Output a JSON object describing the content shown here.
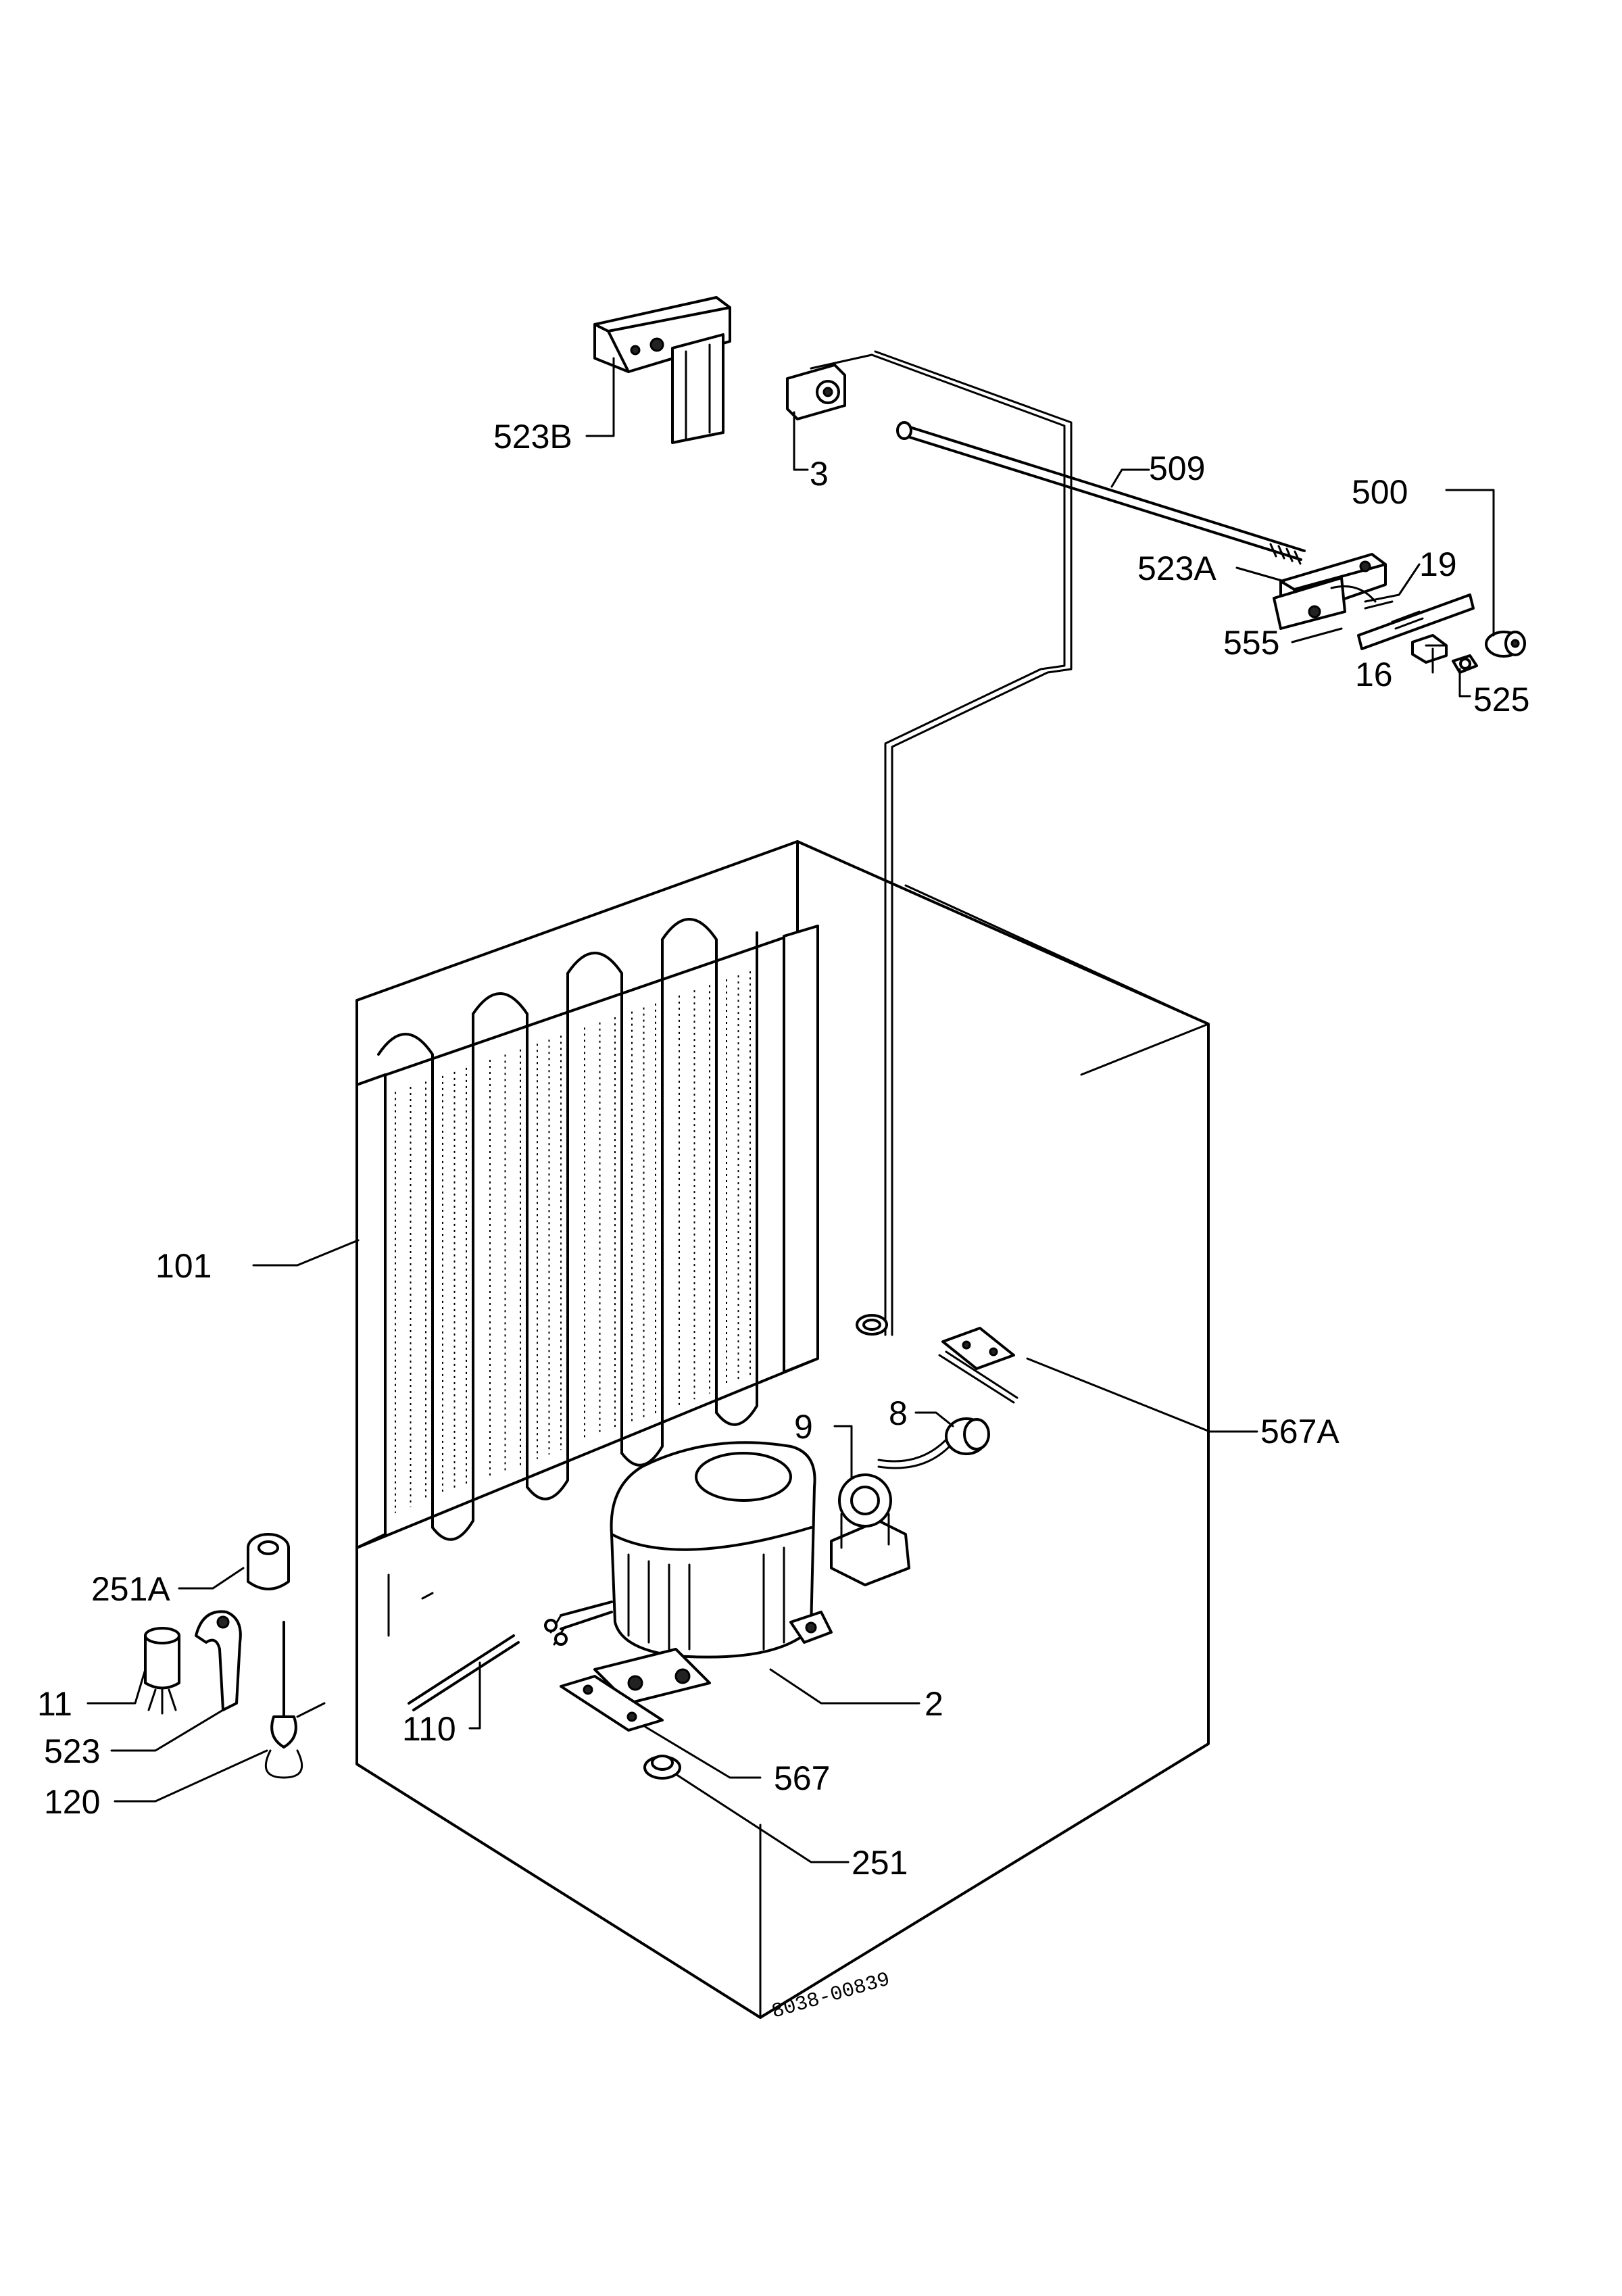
{
  "callouts": {
    "523B": "523B",
    "3": "3",
    "509": "509",
    "500": "500",
    "523A": "523A",
    "19": "19",
    "555": "555",
    "16": "16",
    "525": "525",
    "101": "101",
    "567A": "567A",
    "9": "9",
    "8": "8",
    "251A": "251A",
    "11": "11",
    "523": "523",
    "120": "120",
    "110": "110",
    "2": "2",
    "567": "567",
    "251": "251"
  },
  "drawing_code": "8038-00839"
}
